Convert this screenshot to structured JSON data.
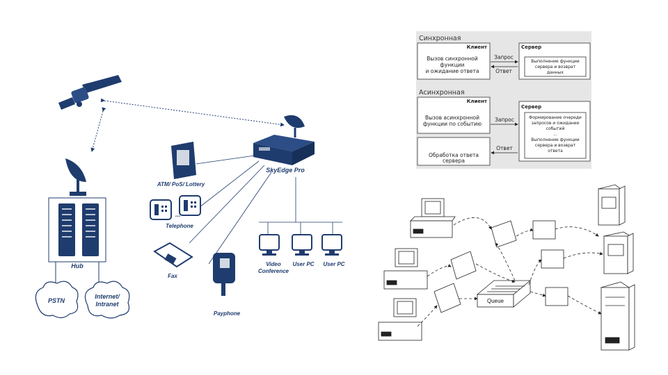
{
  "network": {
    "skyedge": "SkyEdge Pro",
    "hub": "Hub",
    "pstn": "PSTN",
    "internet_line1": "Internet/",
    "internet_line2": "Intranet",
    "atm": "ATM/ PoS/ Lottery",
    "telephone": "Telephone",
    "fax": "Fax",
    "payphone": "Payphone",
    "video_line1": "Video",
    "video_line2": "Conference",
    "user_pc_1": "User PC",
    "user_pc_2": "User PC",
    "ellipsis": "..."
  },
  "sync_diagram": {
    "sync_title": "Синхронная",
    "async_title": "Асинхронная",
    "client": "Клиент",
    "server": "Сервер",
    "sync_client_l1": "Вызов синхронной",
    "sync_client_l2": "функции",
    "sync_client_l3": "и ожидание ответа",
    "request": "Запрос",
    "response": "Ответ",
    "sync_server_l1": "Выполнение функции",
    "sync_server_l2": "сервера и возврат",
    "sync_server_l3": "данных",
    "async_client_l1": "Вызов асинхронной",
    "async_client_l2": "функции по событию",
    "async_server_l1": "Формирование очереди",
    "async_server_l2": "запросов и ожидание",
    "async_server_l3": "событий",
    "async_server_l4": "...",
    "async_server_l5": "Выполнение функции",
    "async_server_l6": "сервера и возврат",
    "async_server_l7": "ответа",
    "async_result_l1": "Обработка ответа",
    "async_result_l2": "сервера"
  },
  "queue_diagram": {
    "queue": "Queue"
  },
  "colors": {
    "network_blue": "#1f3c6e",
    "panel_gray": "#e6e6e6",
    "line": "#222222"
  }
}
